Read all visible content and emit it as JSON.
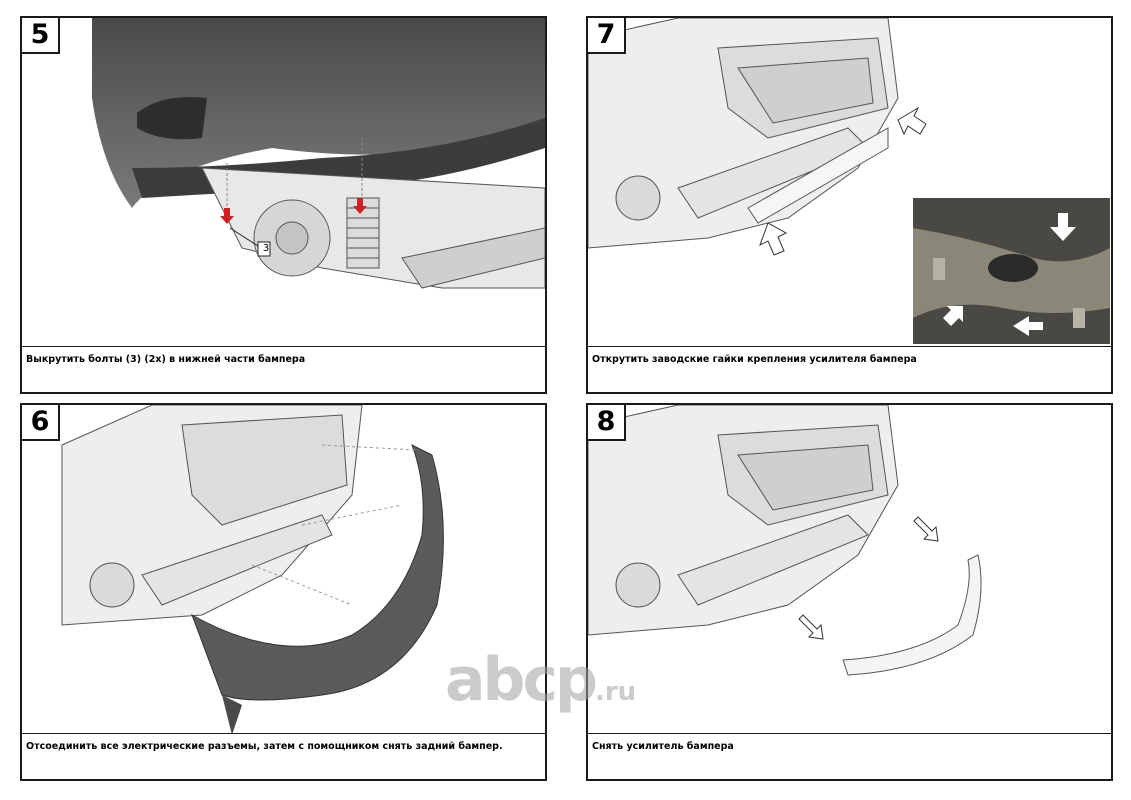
{
  "panels": {
    "p5": {
      "number": "5",
      "caption": "Выкрутить болты (3) (2х) в нижней части бампера",
      "callout": "3"
    },
    "p7": {
      "number": "7",
      "caption": "Открутить заводские гайки крепления усилителя бампера"
    },
    "p6": {
      "number": "6",
      "caption": "Отсоединить все электрические разъемы, затем с помощником снять задний бампер."
    },
    "p8": {
      "number": "8",
      "caption": "Снять усилитель бампера"
    }
  },
  "watermark": {
    "brand": "abcp",
    "suffix": ".ru"
  },
  "colors": {
    "border": "#1a1a1a",
    "bumper": "#5b5b5b",
    "bolt": "#cc2222",
    "watermark": "#a0a0a0"
  }
}
